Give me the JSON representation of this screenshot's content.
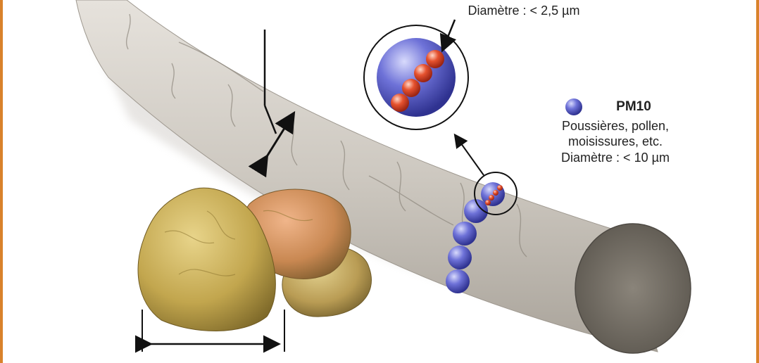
{
  "pm25": {
    "diameter": "Diamètre : < 2,5 µm"
  },
  "pm10": {
    "title": "PM10",
    "lines": [
      "Poussières, pollen,",
      "moisissures, etc.",
      "Diamètre : < 10 µm"
    ]
  },
  "colors": {
    "border": "#d9822b",
    "pm10_particle": "#5a5fd0",
    "pm25_particle": "#e0462a",
    "hair": "#cfcac3",
    "sand": "#c9ad5a"
  }
}
